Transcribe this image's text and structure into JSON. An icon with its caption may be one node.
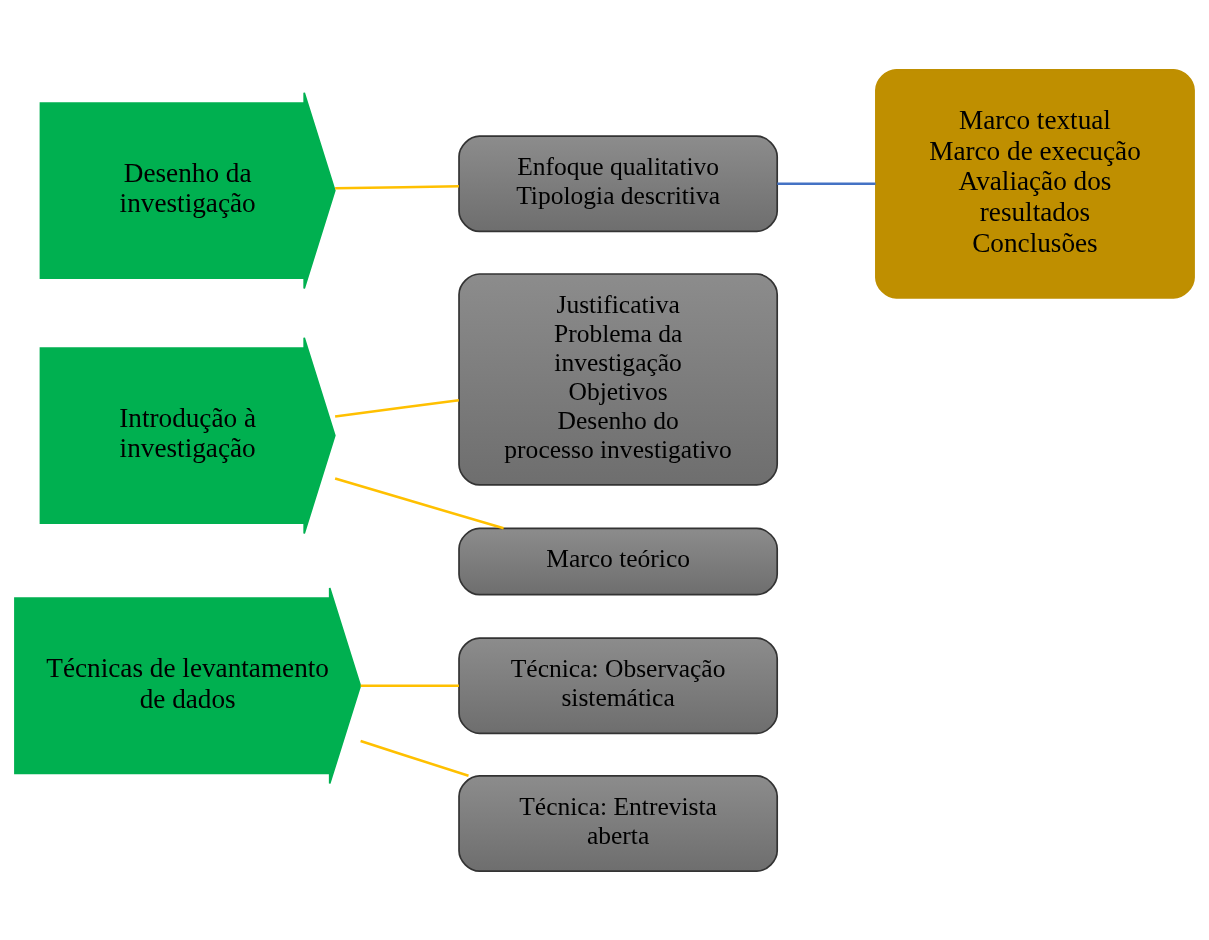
{
  "diagram": {
    "nodes": [
      {
        "text": [
          "Desenho da investigação"
        ]
      },
      {
        "text": [
          "Enfoque qualitativo",
          "Tipologia descritiva"
        ]
      },
      {
        "text": [
          "Marco textual",
          "Marco de execução",
          "Avaliação dos resultados",
          "Conclusões"
        ]
      },
      {
        "text": [
          "Introdução à investigação"
        ]
      },
      {
        "text": [
          "Justificativa",
          "Problema da investigação",
          "Objetivos",
          "Desenho do processo investigativo"
        ]
      },
      {
        "text": [
          "Marco teórico"
        ]
      },
      {
        "text": [
          "Técnicas de levantamento de dados"
        ]
      },
      {
        "text": [
          "Técnica: Observação sistemática"
        ]
      },
      {
        "text": [
          "Técnica: Entrevista aberta"
        ]
      }
    ],
    "edges": [
      {
        "from": 0,
        "to": 1,
        "arrow": "none"
      },
      {
        "from": 1,
        "to": 2,
        "arrow": "none",
        "color": "#4472c4"
      },
      {
        "from": 3,
        "to": 4,
        "arrow": "none"
      },
      {
        "from": 3,
        "to": 5,
        "arrow": "none"
      },
      {
        "from": 6,
        "to": 7,
        "arrow": "none"
      },
      {
        "from": 6,
        "to": 8,
        "arrow": "none"
      }
    ]
  }
}
